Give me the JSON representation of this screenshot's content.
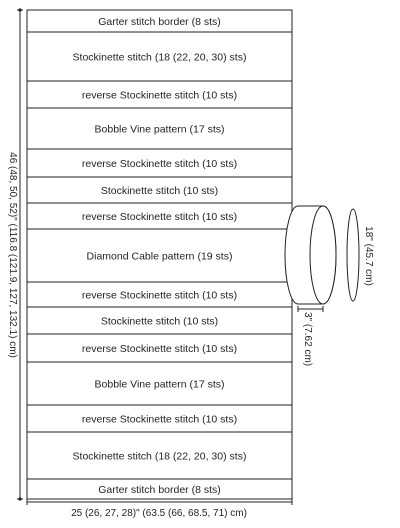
{
  "sections": [
    {
      "label": "Garter stitch border (8 sts)"
    },
    {
      "label": "Stockinette stitch (18 (22, 20, 30) sts)"
    },
    {
      "label": "reverse Stockinette stitch (10 sts)"
    },
    {
      "label": "Bobble Vine pattern (17 sts)"
    },
    {
      "label": "reverse Stockinette stitch (10 sts)"
    },
    {
      "label": "Stockinette stitch (10 sts)"
    },
    {
      "label": "reverse Stockinette stitch (10 sts)"
    },
    {
      "label": "Diamond Cable pattern (19 sts)"
    },
    {
      "label": "reverse Stockinette stitch (10 sts)"
    },
    {
      "label": "Stockinette stitch (10 sts)"
    },
    {
      "label": "reverse Stockinette stitch (10 sts)"
    },
    {
      "label": "Bobble Vine pattern (17 sts)"
    },
    {
      "label": "reverse Stockinette stitch (10 sts)"
    },
    {
      "label": "Stockinette stitch (18 (22, 20, 30) sts)"
    },
    {
      "label": "Garter stitch border (8 sts)"
    }
  ],
  "dimensions": {
    "length": "46 (48, 50, 52)\" (116.8 (121.9, 127, 132.1) cm)",
    "width": "25 (26, 27, 28)\" (63.5 (66, 68.5, 71) cm)",
    "pillow_diameter": "18\" (45.7 cm)",
    "pillow_depth": "3\" (7.62 cm)"
  }
}
